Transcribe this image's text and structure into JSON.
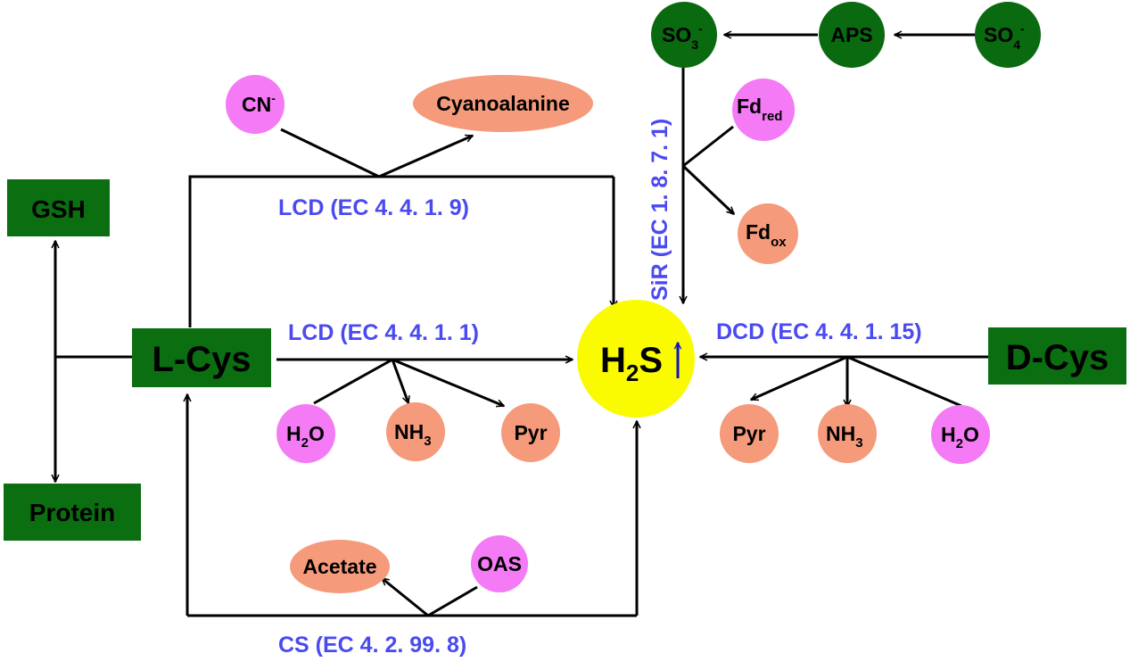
{
  "colors": {
    "green": "#0b6f12",
    "dark_green": "#0a6a0f",
    "pink": "#f57af5",
    "salmon": "#f59a7a",
    "yellow": "#fafa00",
    "enzyme_blue": "#4a4af0",
    "up_arrow_blue": "#1212c8"
  },
  "nodes": {
    "gsh": "GSH",
    "protein": "Protein",
    "l_cys": "L-Cys",
    "d_cys": "D-Cys",
    "h2s_main": "H",
    "h2s_sub": "2",
    "h2s_tail": "S",
    "cn_main": "CN",
    "cn_sup": "-",
    "cyanoalanine": "Cyanoalanine",
    "so3_main": "SO",
    "so3_sub": "3",
    "so3_sup": "-",
    "aps": "APS",
    "so4_main": "SO",
    "so4_sub": "4",
    "so4_sup": "-",
    "fdred_main": "Fd",
    "fdred_sub": "red",
    "fdox_main": "Fd",
    "fdox_sub": "ox",
    "h2o_left_main": "H",
    "h2o_left_sub": "2",
    "h2o_left_tail": "O",
    "nh3_left_main": "NH",
    "nh3_left_sub": "3",
    "pyr_left": "Pyr",
    "pyr_right": "Pyr",
    "nh3_right_main": "NH",
    "nh3_right_sub": "3",
    "h2o_right_main": "H",
    "h2o_right_sub": "2",
    "h2o_right_tail": "O",
    "acetate": "Acetate",
    "oas": "OAS"
  },
  "enzymes": {
    "lcd_top": "LCD (EC 4. 4. 1. 9)",
    "lcd_mid": "LCD (EC 4. 4. 1. 1)",
    "dcd": "DCD (EC 4. 4. 1. 15)",
    "sir": "SiR (EC 1. 8. 7. 1)",
    "cs": "CS (EC 4. 2. 99. 8)"
  }
}
